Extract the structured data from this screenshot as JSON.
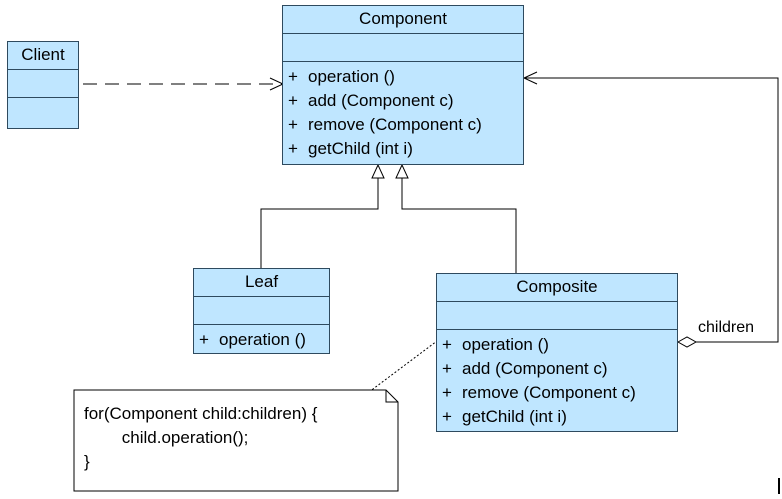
{
  "classes": {
    "client": {
      "name": "Client",
      "operations": []
    },
    "component": {
      "name": "Component",
      "operations": [
        {
          "visibility": "+",
          "signature": "operation ()"
        },
        {
          "visibility": "+",
          "signature": "add (Component c)"
        },
        {
          "visibility": "+",
          "signature": "remove (Component c)"
        },
        {
          "visibility": "+",
          "signature": "getChild (int i)"
        }
      ]
    },
    "leaf": {
      "name": "Leaf",
      "operations": [
        {
          "visibility": "+",
          "signature": "operation ()"
        }
      ]
    },
    "composite": {
      "name": "Composite",
      "operations": [
        {
          "visibility": "+",
          "signature": "operation ()"
        },
        {
          "visibility": "+",
          "signature": "add (Component c)"
        },
        {
          "visibility": "+",
          "signature": "remove (Component c)"
        },
        {
          "visibility": "+",
          "signature": "getChild (int i)"
        }
      ]
    }
  },
  "note": {
    "lines": [
      "for(Component child:children) {",
      "        child.operation();",
      "}"
    ]
  },
  "associations": {
    "children_label": "children"
  },
  "colors": {
    "class_fill": "#bfe6ff",
    "class_border": "#2e4a5e",
    "line": "#000000"
  }
}
